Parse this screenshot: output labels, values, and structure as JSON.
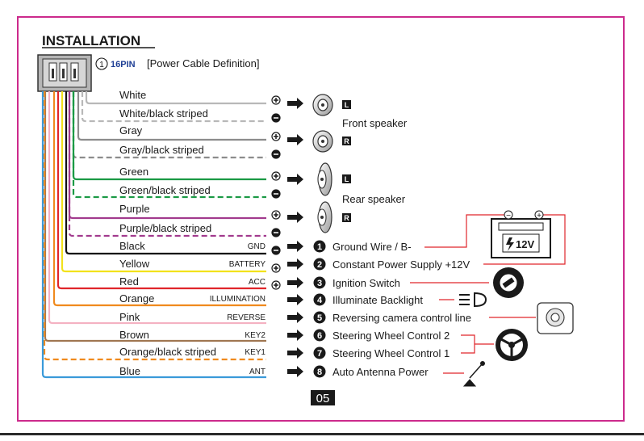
{
  "title": "INSTALLATION",
  "section_number": "1",
  "section_pin": "16PIN",
  "section_label": "[Power Cable Definition]",
  "wires": [
    {
      "label": "White",
      "color": "#b8b8b8",
      "dashed": false,
      "signal": "",
      "polarity": "+"
    },
    {
      "label": "White/black striped",
      "color": "#b8b8b8",
      "dashed": true,
      "signal": "",
      "polarity": "-"
    },
    {
      "label": "Gray",
      "color": "#8c8c8c",
      "dashed": false,
      "signal": "",
      "polarity": "+"
    },
    {
      "label": "Gray/black striped",
      "color": "#8c8c8c",
      "dashed": true,
      "signal": "",
      "polarity": "-"
    },
    {
      "label": "Green",
      "color": "#1b9a45",
      "dashed": false,
      "signal": "",
      "polarity": "+"
    },
    {
      "label": "Green/black striped",
      "color": "#1b9a45",
      "dashed": true,
      "signal": "",
      "polarity": "-"
    },
    {
      "label": "Purple",
      "color": "#a23b8e",
      "dashed": false,
      "signal": "",
      "polarity": "+"
    },
    {
      "label": "Purple/black striped",
      "color": "#a23b8e",
      "dashed": true,
      "signal": "",
      "polarity": "-"
    },
    {
      "label": "Black",
      "color": "#111111",
      "dashed": false,
      "signal": "GND",
      "polarity": "-"
    },
    {
      "label": "Yellow",
      "color": "#f2e21c",
      "dashed": false,
      "signal": "BATTERY",
      "polarity": "+"
    },
    {
      "label": "Red",
      "color": "#e0262b",
      "dashed": false,
      "signal": "ACC",
      "polarity": "+"
    },
    {
      "label": "Orange",
      "color": "#f08a1e",
      "dashed": false,
      "signal": "ILLUMINATION",
      "polarity": ""
    },
    {
      "label": "Pink",
      "color": "#f4b2c2",
      "dashed": false,
      "signal": "REVERSE",
      "polarity": ""
    },
    {
      "label": "Brown",
      "color": "#a07752",
      "dashed": false,
      "signal": "KEY2",
      "polarity": ""
    },
    {
      "label": "Orange/black striped",
      "color": "#f08a1e",
      "dashed": true,
      "signal": "KEY1",
      "polarity": ""
    },
    {
      "label": "Blue",
      "color": "#3a9ad9",
      "dashed": false,
      "signal": "ANT",
      "polarity": ""
    }
  ],
  "speakers": {
    "front_label": "Front speaker",
    "rear_label": "Rear speaker",
    "left_badge": "L",
    "right_badge": "R"
  },
  "functions": [
    {
      "number": "1",
      "label": "Ground Wire / B-"
    },
    {
      "number": "2",
      "label": "Constant Power Supply +12V"
    },
    {
      "number": "3",
      "label": "Ignition Switch"
    },
    {
      "number": "4",
      "label": "Illuminate Backlight"
    },
    {
      "number": "5",
      "label": "Reversing camera control line"
    },
    {
      "number": "6",
      "label": "Steering Wheel Control 2"
    },
    {
      "number": "7",
      "label": "Steering Wheel Control 1"
    },
    {
      "number": "8",
      "label": "Auto  Antenna Power"
    }
  ],
  "battery": {
    "voltage": "12V",
    "minus": "−",
    "plus": "+"
  },
  "page_number": "05",
  "colors": {
    "frame": "#cc2a8c",
    "red_line": "#e0262b",
    "section_blue": "#1f3f95"
  }
}
